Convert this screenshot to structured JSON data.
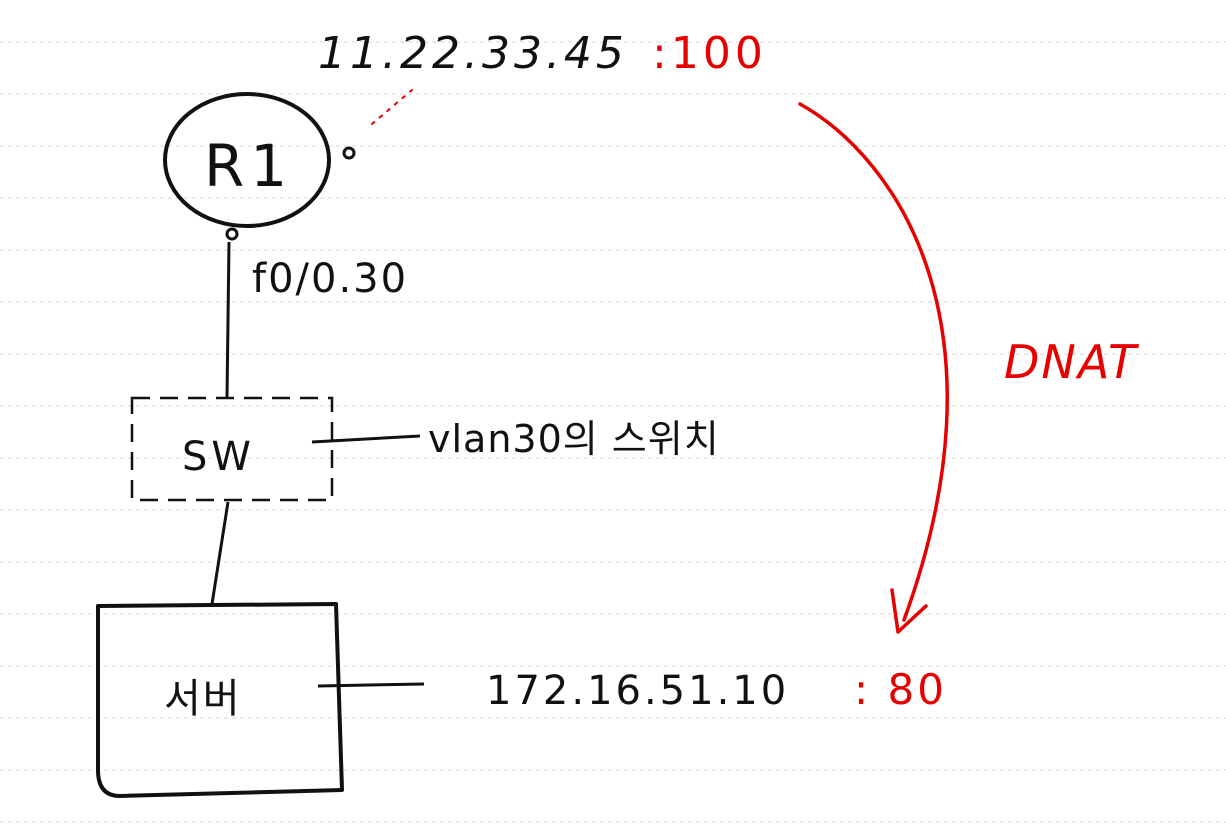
{
  "colors": {
    "ink": "#111111",
    "red": "#e60000",
    "guide_line": "#d6d6d6"
  },
  "public_endpoint": {
    "ip": "11.22.33.45",
    "port": ":100"
  },
  "router": {
    "label": "R1",
    "interface": "f0/0.30"
  },
  "switch": {
    "label": "SW",
    "note": "vlan30의 스위치"
  },
  "server": {
    "label": "서버",
    "ip": "172.16.51.10",
    "port": ": 80"
  },
  "nat": {
    "label": "DNAT"
  }
}
